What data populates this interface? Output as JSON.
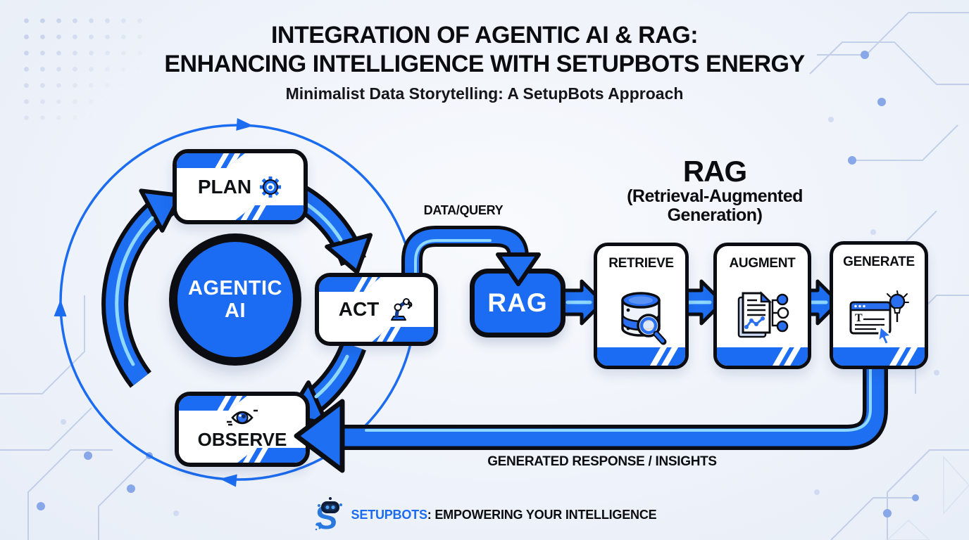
{
  "title": {
    "line1": "INTEGRATION OF AGENTIC AI & RAG:",
    "line2": "ENHANCING INTELLIGENCE WITH SETUPBOTS ENERGY",
    "subtitle": "Minimalist Data Storytelling: A SetupBots Approach"
  },
  "agentic_cycle": {
    "center_line1": "AGENTIC",
    "center_line2": "AI",
    "plan_label": "PLAN",
    "plan_icon": "gear-icon",
    "act_label": "ACT",
    "act_icon": "robot-arm-icon",
    "observe_label": "OBSERVE",
    "observe_icon": "eye-icon"
  },
  "rag_flow": {
    "data_query_label": "DATA/QUERY",
    "rag_box_label": "RAG",
    "heading_title": "RAG",
    "heading_sub_line1": "(Retrieval-Augmented",
    "heading_sub_line2": "Generation)",
    "stages": [
      {
        "label": "RETRIEVE",
        "icon": "database-search-icon"
      },
      {
        "label": "AUGMENT",
        "icon": "document-nodes-icon"
      },
      {
        "label": "GENERATE",
        "icon": "browser-idea-icon"
      }
    ],
    "return_label": "GENERATED RESPONSE / INSIGHTS"
  },
  "footer": {
    "brand": "SETUPBOTS",
    "tagline": ": EMPOWERING YOUR INTELLIGENCE"
  },
  "colors": {
    "primary_blue": "#1b6cf2",
    "outline_black": "#0b0d12",
    "highlight_cyan": "#8fd8ff",
    "background": "#eff3fa"
  }
}
